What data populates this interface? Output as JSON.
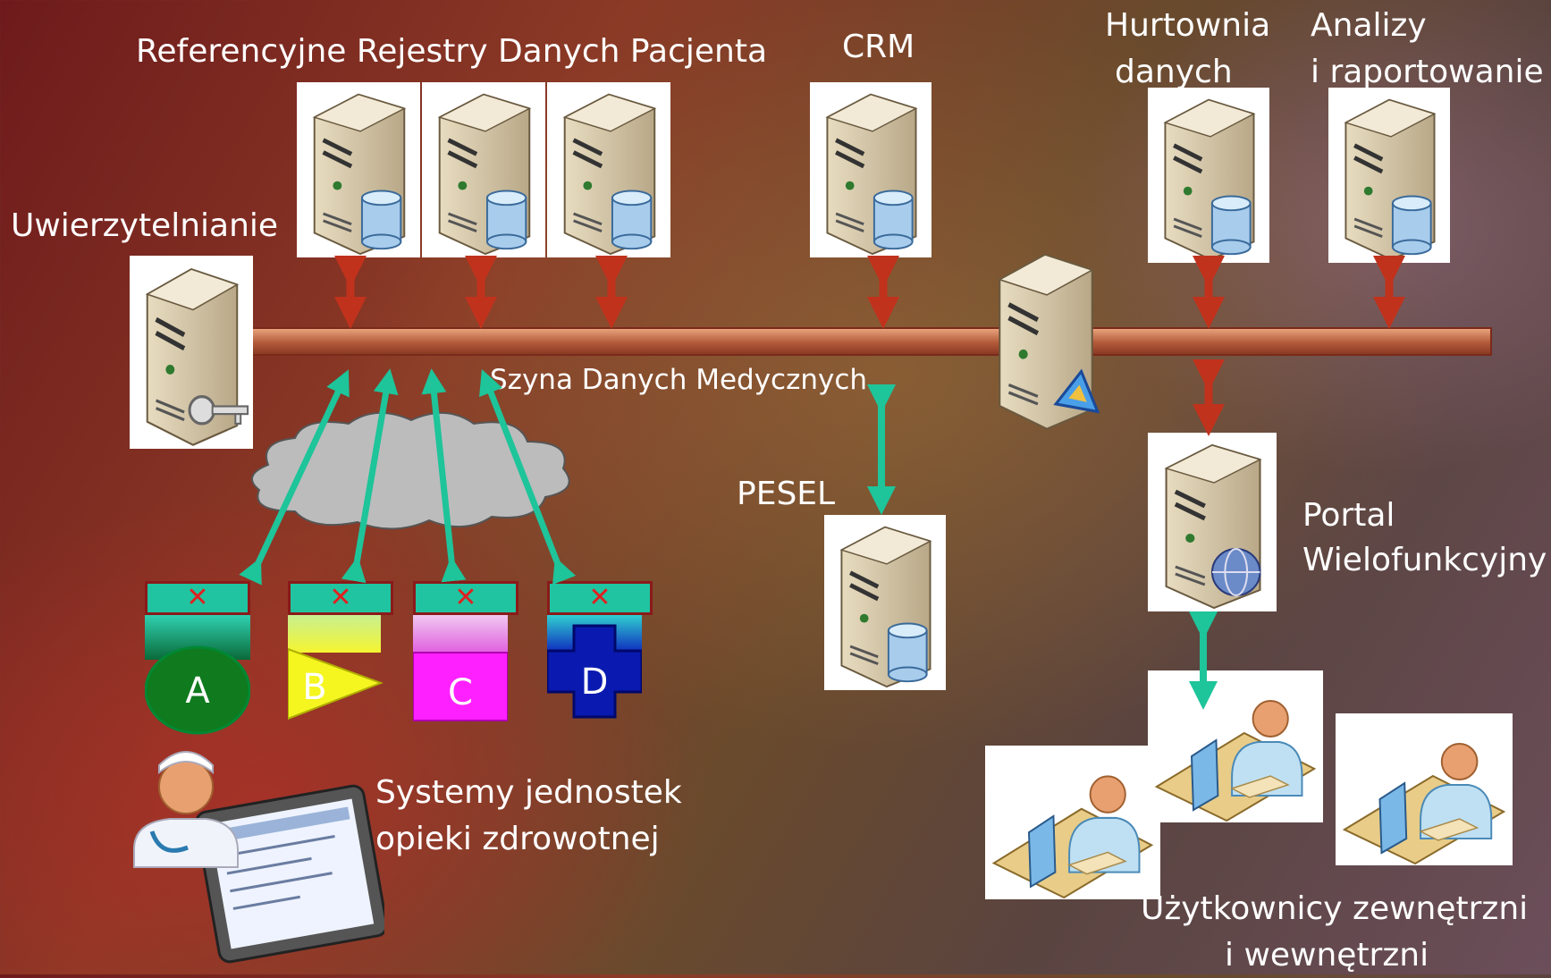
{
  "labels": {
    "registries": "Referencyjne Rejestry Danych Pacjenta",
    "crm": "CRM",
    "warehouse_line1": "Hurtownia",
    "warehouse_line2": "danych",
    "analytics_line1": "Analizy",
    "analytics_line2": "i raportowanie",
    "auth": "Uwierzytelnianie",
    "bus": "Szyna Danych Medycznych",
    "pesel": "PESEL",
    "portal_line1": "Portal",
    "portal_line2": "Wielofunkcyjny",
    "systems_line1": "Systemy jednostek",
    "systems_line2": "opieki zdrowotnej",
    "users_line1": "Użytkownicy zewnętrzni",
    "users_line2": "i wewnętrzni"
  },
  "systems": [
    {
      "letter": "A",
      "color": "#0f7a1e"
    },
    {
      "letter": "B",
      "color": "#f5f520"
    },
    {
      "letter": "C",
      "color": "#ff20ff"
    },
    {
      "letter": "D",
      "color": "#0a1ab0"
    }
  ],
  "colors": {
    "arrow_red": "#c0321c",
    "arrow_green": "#1ec49a",
    "bus": "#c8704c"
  }
}
